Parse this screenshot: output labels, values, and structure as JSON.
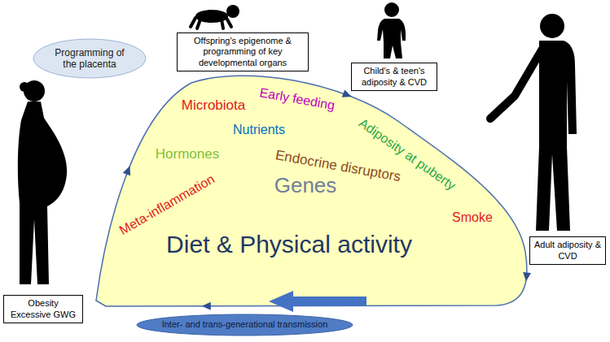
{
  "diagram": {
    "nodes": [
      {
        "text": [
          "Programming of the placenta"
        ]
      },
      {
        "text": [
          "Offspring's epigenome & programming of key developmental organs"
        ]
      },
      {
        "text": [
          "Child's & teen's adiposity & CVD"
        ]
      },
      {
        "text": [
          "Microbiota",
          "Early feeding",
          "Nutrients",
          "Hormones",
          "Adiposity at puberty",
          "Endocrine disruptors",
          "Meta-inflammation",
          "Genes",
          "Smoke",
          "Diet & Physical activity"
        ]
      },
      {
        "text": [
          "Adult adiposity & CVD"
        ]
      },
      {
        "text": [
          "Obesity Excessive GWG"
        ]
      },
      {
        "text": [
          "Inter- and trans-generational transmission"
        ]
      }
    ]
  }
}
